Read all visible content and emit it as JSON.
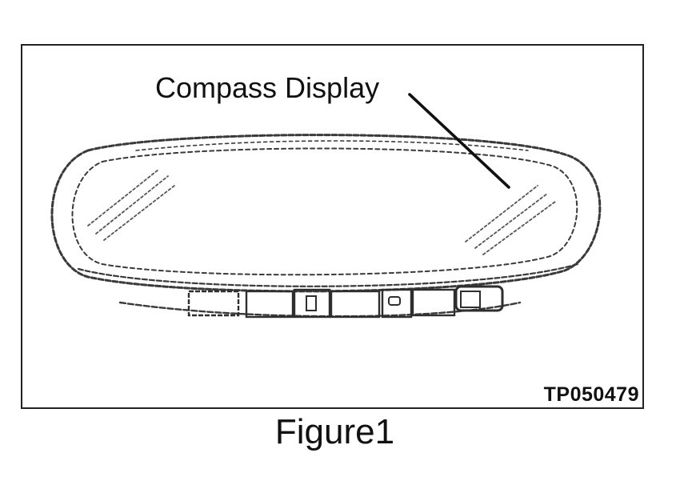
{
  "figure": {
    "callout_label": "Compass Display",
    "figure_id": "TP050479",
    "caption": "Figure1"
  },
  "icons": {
    "mirror": "rear-view-mirror-icon",
    "leader_line": "callout-leader-line"
  },
  "colors": {
    "ink": "#222222",
    "light_ink": "#6a6a6a",
    "background": "#ffffff"
  }
}
